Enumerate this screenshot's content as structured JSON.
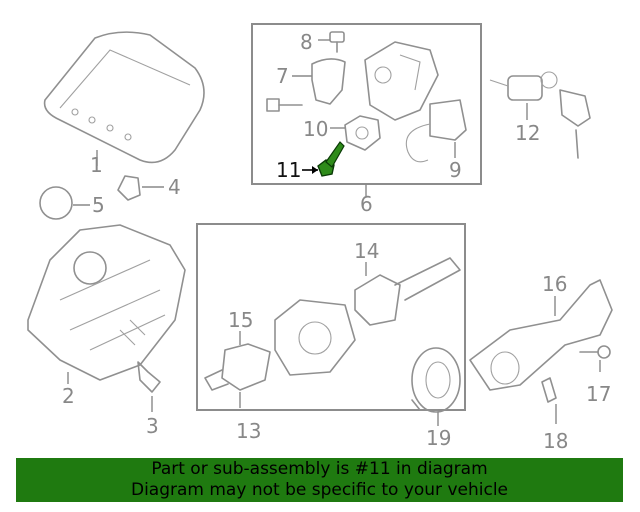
{
  "callouts": {
    "c1": "1",
    "c2": "2",
    "c3": "3",
    "c4": "4",
    "c5": "5",
    "c6": "6",
    "c7": "7",
    "c8": "8",
    "c9": "9",
    "c10": "10",
    "c11": "11",
    "c12": "12",
    "c13": "13",
    "c14": "14",
    "c15": "15",
    "c16": "16",
    "c17": "17",
    "c18": "18",
    "c19": "19"
  },
  "banner": {
    "line1": "Part or sub-assembly is #11 in diagram",
    "line2": "Diagram may not be specific to your vehicle"
  },
  "colors": {
    "banner_bg": "#1f7a10",
    "highlight_part": "#2e8b1a",
    "line_art": "#909090"
  }
}
